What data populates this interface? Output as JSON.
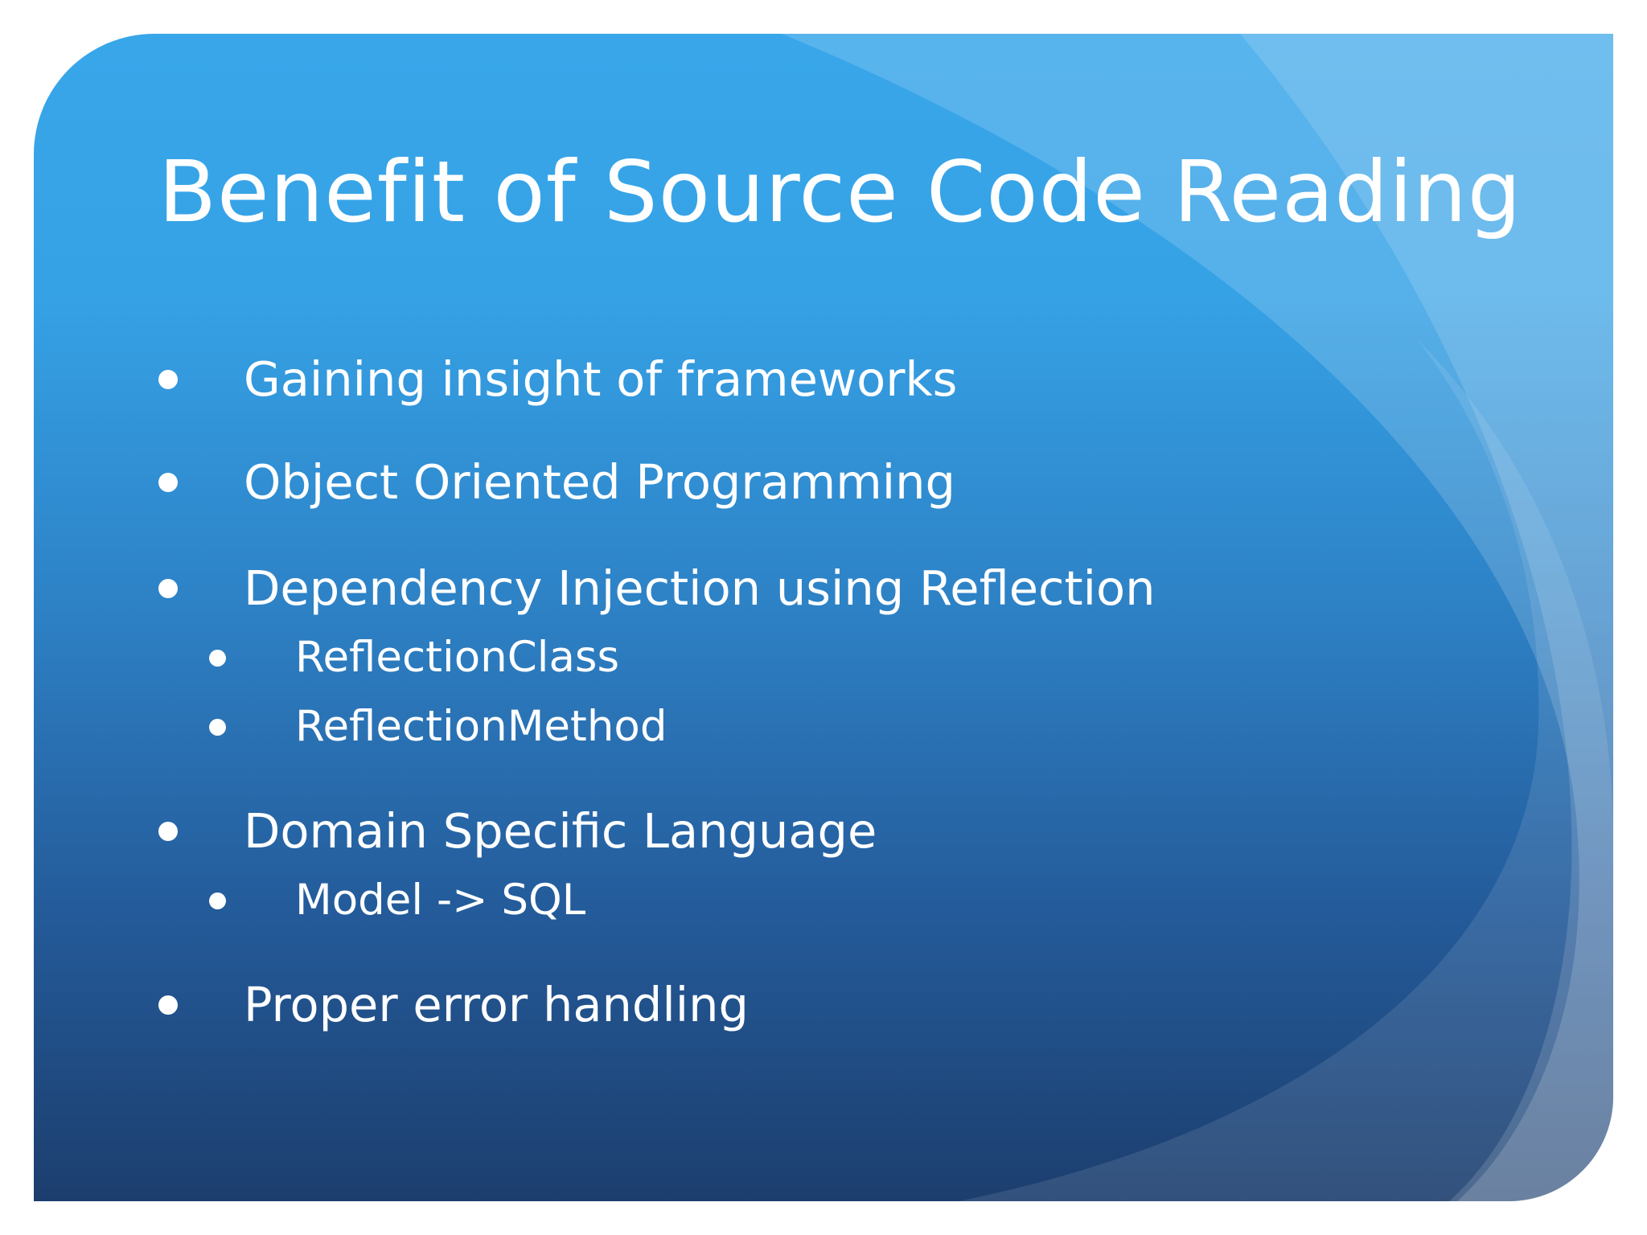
{
  "slide": {
    "title": "Benefit of Source Code Reading",
    "bullets": [
      {
        "text": "Gaining insight of frameworks",
        "level": 1
      },
      {
        "text": "Object Oriented Programming",
        "level": 1
      },
      {
        "text": "Dependency Injection using Reflection",
        "level": 1
      },
      {
        "text": "ReflectionClass",
        "level": 2
      },
      {
        "text": "ReflectionMethod",
        "level": 2
      },
      {
        "text": "Domain Specific Language",
        "level": 1
      },
      {
        "text": "Model -> SQL",
        "level": 2
      },
      {
        "text": "Proper error handling",
        "level": 1
      }
    ]
  },
  "colors": {
    "background_top": "#39a6ea",
    "background_bottom": "#1c3e6e",
    "text": "#ffffff"
  }
}
